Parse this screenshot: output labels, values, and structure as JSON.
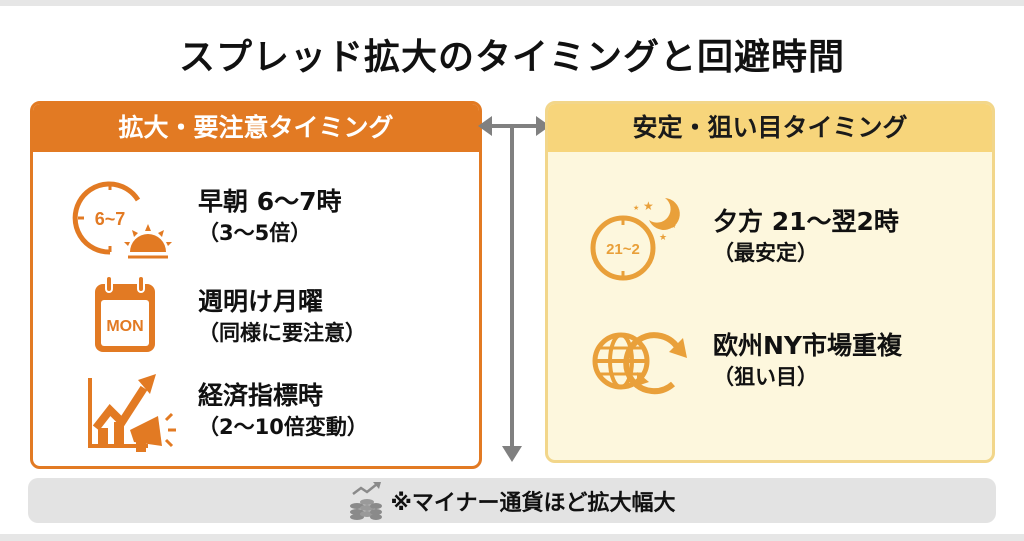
{
  "title": "スプレッド拡大のタイミングと回避時間",
  "left_panel": {
    "header": "拡大・要注意タイミング",
    "color": "#e27a23",
    "items": [
      {
        "icon": "clock-sunrise-icon",
        "icon_label": "6~7",
        "main": "早朝 6〜7時",
        "sub": "（3〜5倍）"
      },
      {
        "icon": "calendar-icon",
        "icon_label": "MON",
        "main": "週明け月曜",
        "sub": "（同様に要注意）"
      },
      {
        "icon": "chart-megaphone-icon",
        "main": "経済指標時",
        "sub": "（2〜10倍変動）"
      }
    ]
  },
  "right_panel": {
    "header": "安定・狙い目タイミング",
    "color": "#f7d57b",
    "items": [
      {
        "icon": "clock-moon-icon",
        "icon_label": "21~2",
        "main": "夕方 21〜翌2時",
        "sub": "（最安定）"
      },
      {
        "icon": "globe-cycle-icon",
        "main": "欧州NY市場重複",
        "sub": "（狙い目）"
      }
    ]
  },
  "footer": {
    "icon": "coins-chart-icon",
    "note": "※マイナー通貨ほど拡大幅大"
  }
}
